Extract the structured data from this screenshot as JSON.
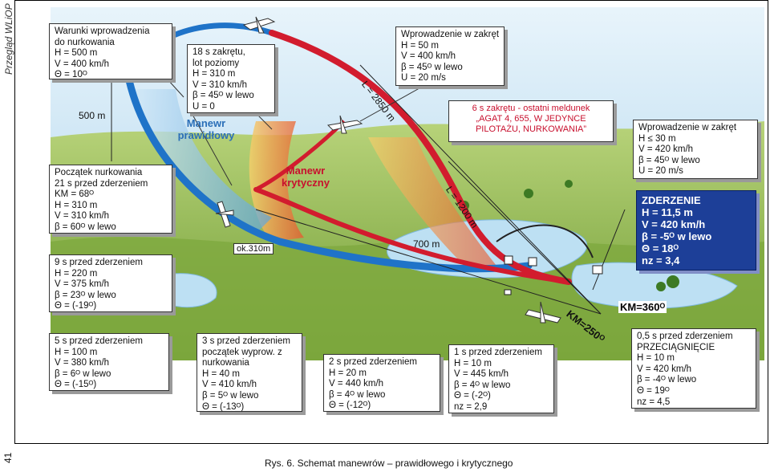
{
  "side": {
    "journal": "Przegląd WLiOP",
    "page_number": "41"
  },
  "caption": "Rys. 6. Schemat manewrów – prawidłowego i krytycznego",
  "boxes": {
    "b1": [
      "Warunki wprowadzenia",
      "do nurkowania",
      "H = 500 m",
      "V = 400 km/h",
      "Θ = 10ᴼ"
    ],
    "b_500": "500 m",
    "b2": [
      "Początek nurkowania",
      "21 s przed zderzeniem",
      "KM = 68ᴼ",
      "H = 310 m",
      "V = 310 km/h",
      "β = 60ᴼ w lewo"
    ],
    "b3": [
      "9 s przed zderzeniem",
      "H = 220 m",
      "V = 375 km/h",
      "β = 23ᴼ w lewo",
      "Θ = (-19ᴼ)"
    ],
    "b4": [
      "18 s zakrętu,",
      "lot poziomy",
      "H = 310 m",
      "V = 310 km/h",
      "β = 45ᴼ w lewo",
      "U = 0"
    ],
    "b5": [
      "Wprowadzenie w zakręt",
      "H = 50 m",
      "V = 400 km/h",
      "β = 45ᴼ w lewo",
      "U = 20 m/s"
    ],
    "b6": [
      "Wprowadzenie w zakręt",
      "H ≤ 30 m",
      "V = 420 km/h",
      "β = 45ᴼ w lewo",
      "U = 20 m/s"
    ],
    "b7": [
      "5 s przed zderzeniem",
      "H = 100 m",
      "V = 380 km/h",
      "β = 6ᴼ w lewo",
      "Θ = (-15ᴼ)"
    ],
    "b8": [
      "3 s przed zderzeniem",
      "początek wyprow. z",
      "nurkowania",
      "H = 40 m",
      "V = 410 km/h",
      "β = 5ᴼ w lewo",
      "Θ = (-13ᴼ)"
    ],
    "b9": [
      "2 s przed zderzeniem",
      "H = 20 m",
      "V = 440 km/h",
      "β = 4ᴼ w lewo",
      "Θ = (-12ᴼ)"
    ],
    "b10": [
      "1 s przed zderzeniem",
      "H = 10 m",
      "V = 445 km/h",
      "β = 4ᴼ w lewo",
      "Θ = (-2ᴼ)",
      "nz = 2,9"
    ],
    "b11": [
      "0,5 s przed zderzeniem",
      "PRZECIĄGNIĘCIE",
      "H = 10 m",
      "V = 420 km/h",
      "β = -4ᴼ w lewo",
      "Θ = 19ᴼ",
      "nz = 4,5"
    ]
  },
  "zderzenie": [
    "ZDERZENIE",
    "H = 11,5 m",
    "V = 420 km/h",
    "β = -5ᴼ w lewo",
    "Θ = 18ᴼ",
    "nz = 3,4"
  ],
  "yellow": {
    "line1": "6 s zakrętu - ostatni meldunek",
    "line2": "„AGAT 4, 655, W JEDYNCE",
    "line3": "PILOTAŻU, NURKOWANIA”"
  },
  "labels": {
    "manewr_prawidlowy": [
      "Manewr",
      "prawidłowy"
    ],
    "manewr_krytyczny": [
      "Manewr",
      "krytyczny"
    ],
    "ok310": "ok.310m",
    "m700": "700 m",
    "L2850": "L = 2850 m",
    "L1200": "L = 1200 m",
    "km360": "KM=360ᴼ",
    "km250": "KM=250ᴼ"
  },
  "colors": {
    "red_path": "#d21c2e",
    "blue_path": "#1f73c8",
    "zderzenie_bg": "#1d3f98",
    "sky": "#bfe0f2",
    "land": "#8bb84a"
  }
}
